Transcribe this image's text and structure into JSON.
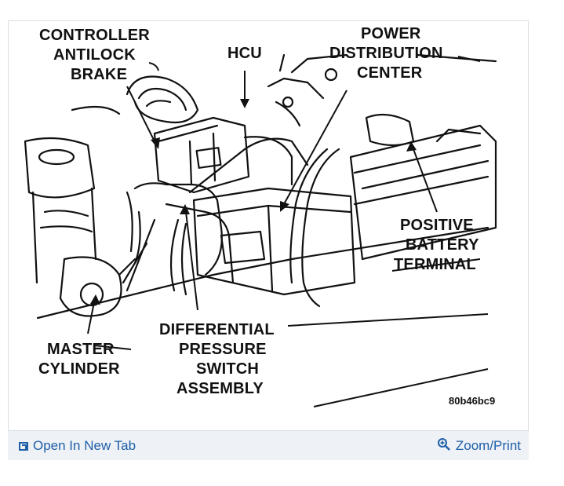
{
  "diagram": {
    "labels": {
      "controller": "CONTROLLER",
      "antilock": "ANTILOCK",
      "brake": "BRAKE",
      "hcu": "HCU",
      "power": "POWER",
      "distribution": "DISTRIBUTION",
      "center": "CENTER",
      "positive": "POSITIVE",
      "battery": "BATTERY",
      "terminal": "TERMINAL",
      "differential": "DIFFERENTIAL",
      "pressure": "PRESSURE",
      "switch": "SWITCH",
      "assembly": "ASSEMBLY",
      "master": "MASTER",
      "cylinder": "CYLINDER"
    },
    "figure_code": "80b46bc9"
  },
  "footer": {
    "open_tab_label": "Open In New Tab",
    "zoom_print_label": "Zoom/Print",
    "link_color": "#1f5fa8"
  }
}
